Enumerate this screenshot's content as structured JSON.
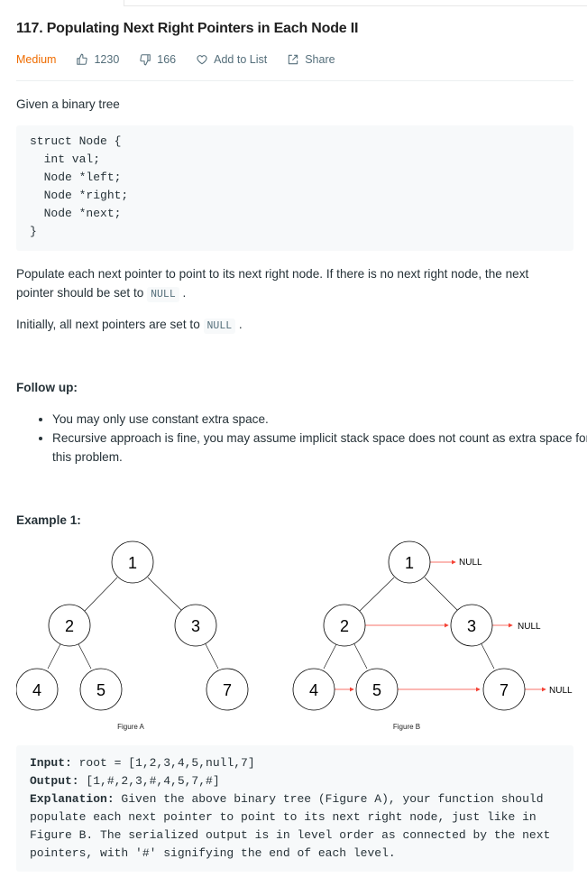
{
  "title": "117. Populating Next Right Pointers in Each Node II",
  "meta": {
    "difficulty": "Medium",
    "likes": "1230",
    "dislikes": "166",
    "add_to_list": "Add to List",
    "share": "Share"
  },
  "description": {
    "intro": "Given a binary tree",
    "struct_code": [
      "struct Node {",
      "  int val;",
      "  Node *left;",
      "  Node *right;",
      "  Node *next;",
      "}"
    ],
    "populate_1": "Populate each next pointer to point to its next right node. If there is no next right node, the next",
    "populate_2_pre": "pointer should be set to ",
    "null_token": "NULL",
    "populate_2_post": ".",
    "initially_pre": "Initially, all next pointers are set to ",
    "initially_post": "."
  },
  "follow_up": {
    "heading": "Follow up:",
    "items": [
      "You may only use constant extra space.",
      "Recursive approach is fine, you may assume implicit stack space does not count as extra space for this problem."
    ]
  },
  "example": {
    "heading": "Example 1:",
    "figure_a_caption": "Figure A",
    "figure_b_caption": "Figure B",
    "null_label": "NULL",
    "tree_values": [
      "1",
      "2",
      "3",
      "4",
      "5",
      "7"
    ],
    "input_label": "Input:",
    "input_value": " root = [1,2,3,4,5,null,7]",
    "output_label": "Output:",
    "output_value": " [1,#,2,3,#,4,5,7,#]",
    "explanation_label": "Explanation:",
    "explanation_value": " Given the above binary tree (Figure A), your function should populate each next pointer to point to its next right node, just like in Figure B. The serialized output is in level order as connected by the next pointers, with '#' signifying the end of each level."
  },
  "colors": {
    "difficulty": "#ef6c00",
    "next_pointer": "#f44336",
    "code_bg": "#f7f9fa"
  }
}
